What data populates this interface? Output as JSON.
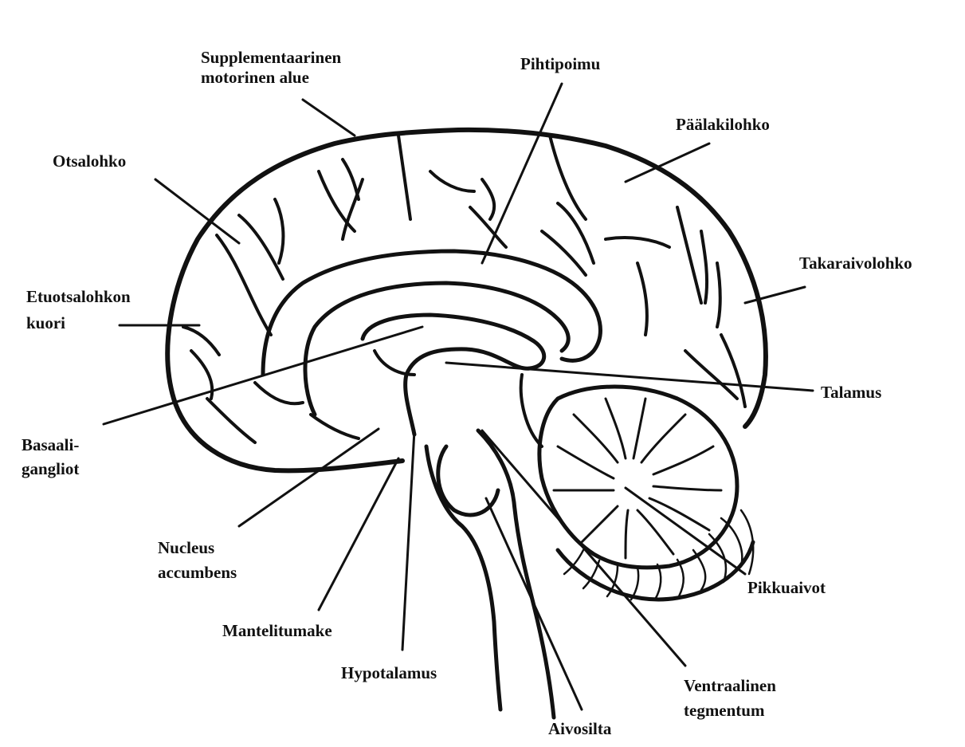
{
  "colors": {
    "ink": "#111111",
    "background": "#ffffff"
  },
  "labels": {
    "supplementary_motor": {
      "line1": "Supplementaarinen",
      "line2": "motorinen alue"
    },
    "cingulate": "Pihtipoimu",
    "parietal": "Päälakilohko",
    "frontal": "Otsalohko",
    "occipital": "Takaraivolohko",
    "prefrontal": {
      "line1": "Etuotsalohkon",
      "line2": "kuori"
    },
    "thalamus": "Talamus",
    "basal_ganglia": {
      "line1": "Basaali-",
      "line2": "gangliot"
    },
    "nucleus_accumbens": {
      "line1": "Nucleus",
      "line2": "accumbens"
    },
    "cerebellum": "Pikkuaivot",
    "amygdala": "Mantelitumake",
    "hypothalamus": "Hypotalamus",
    "vta": {
      "line1": "Ventraalinen",
      "line2": "tegmentum"
    },
    "pons": "Aivosilta"
  }
}
